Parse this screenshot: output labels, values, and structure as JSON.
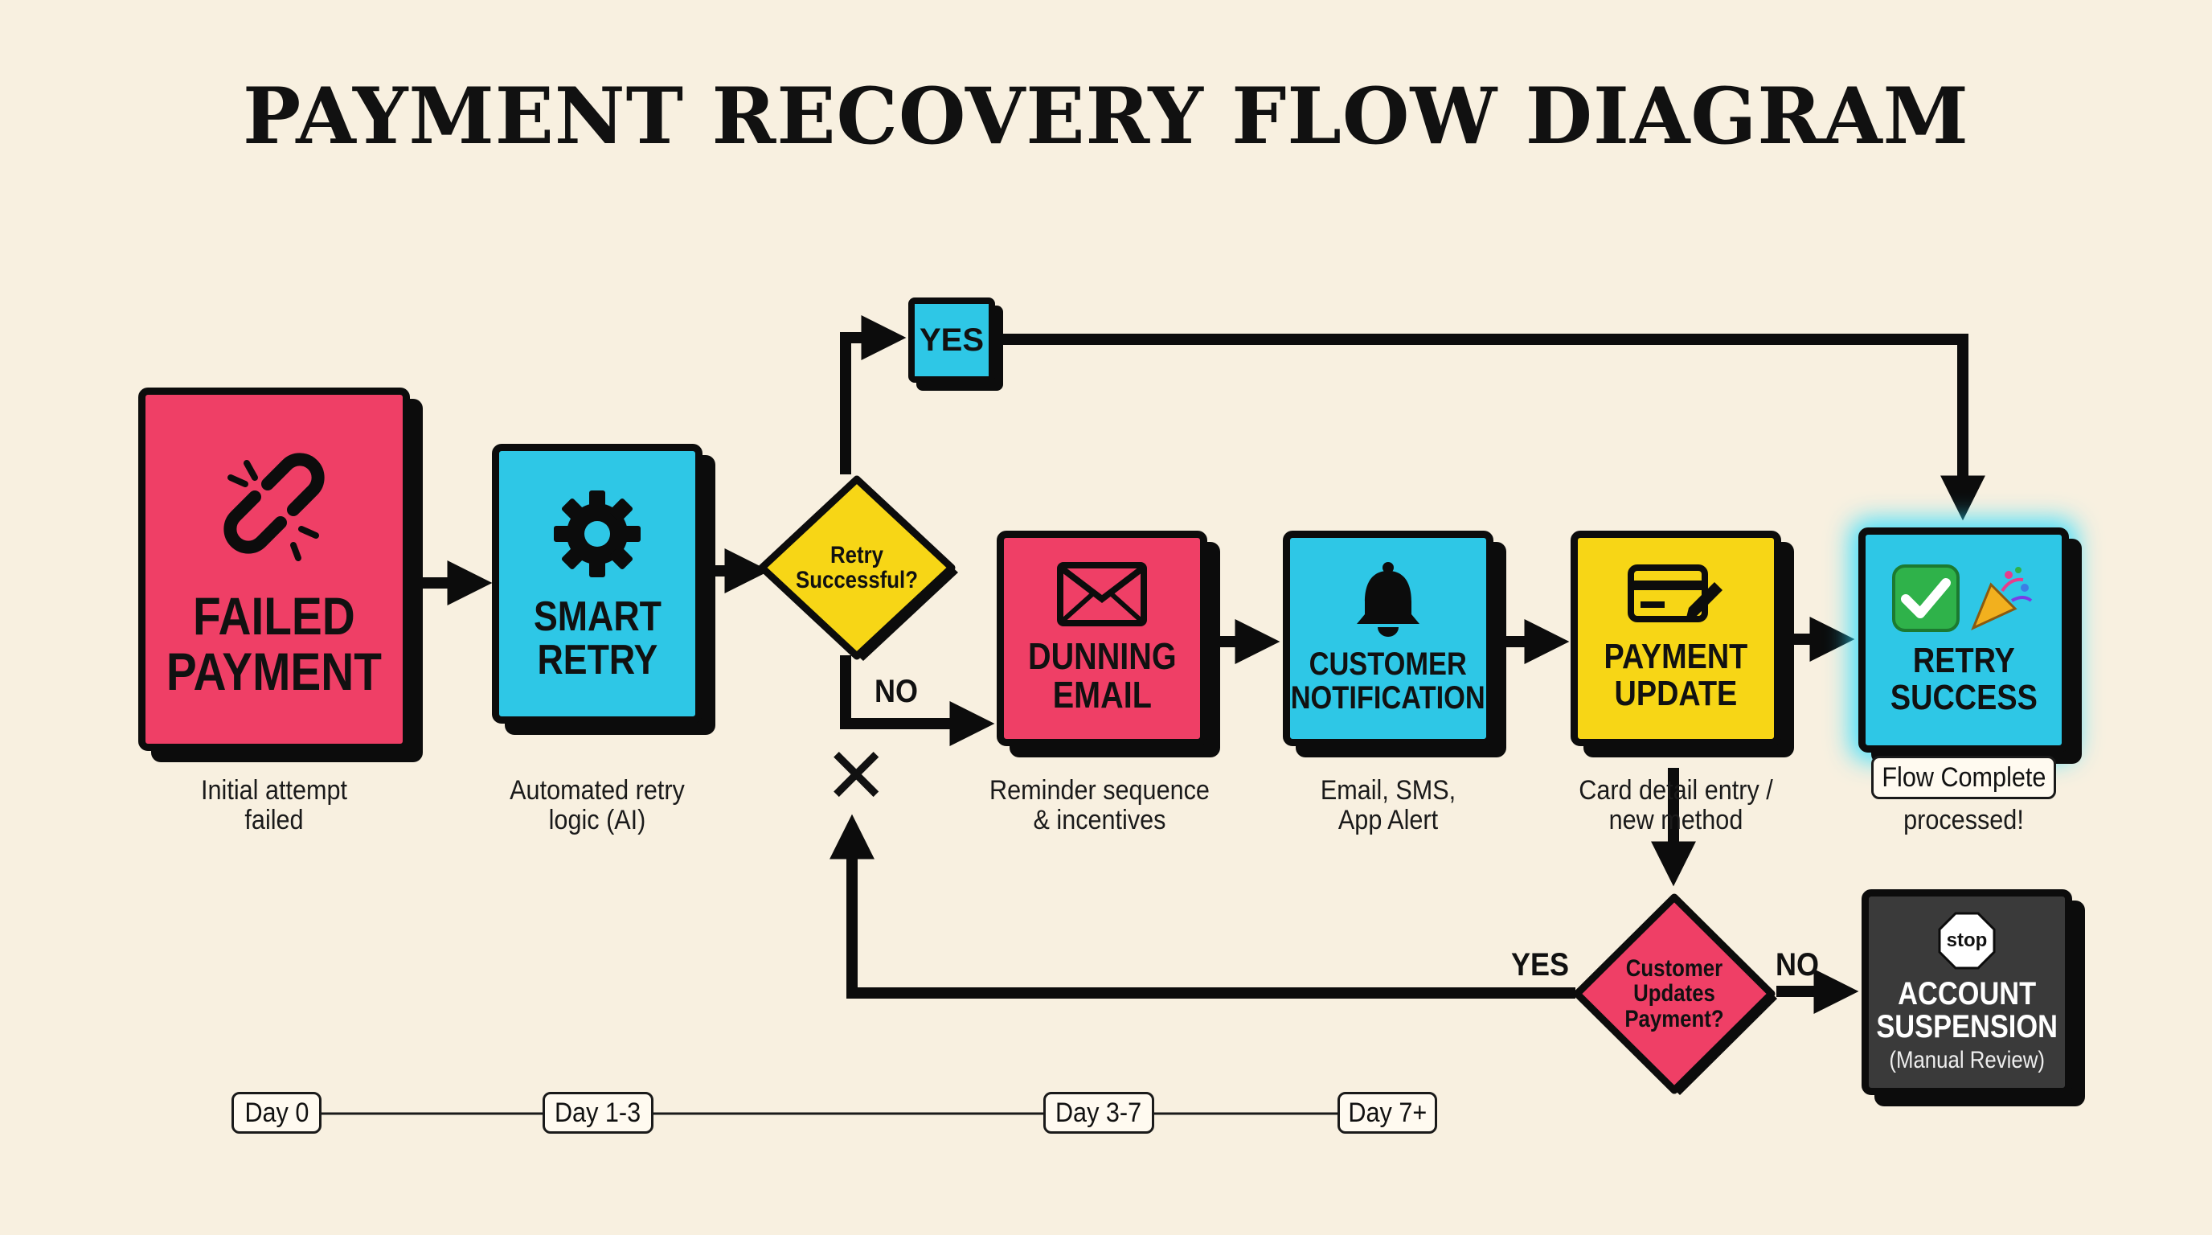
{
  "title": "PAYMENT RECOVERY FLOW DIAGRAM",
  "colors": {
    "background": "#f8f0e0",
    "pink": "#ef3f66",
    "cyan": "#2ec7e6",
    "yellow": "#f7d616",
    "dark": "#3a3a3a",
    "line": "#0c0c0c"
  },
  "nodes": {
    "failed_payment": {
      "label": "FAILED\nPAYMENT",
      "caption": "Initial attempt\nfailed",
      "icon": "broken-link-icon"
    },
    "smart_retry": {
      "label": "SMART\nRETRY",
      "caption": "Automated retry\nlogic (AI)",
      "icon": "gear-icon"
    },
    "retry_decision": {
      "label": "Retry\nSuccessful?",
      "yes": "YES",
      "no": "NO"
    },
    "dunning_email": {
      "label": "DUNNING\nEMAIL",
      "caption": "Reminder sequence\n& incentives",
      "icon": "envelope-icon"
    },
    "customer_notification": {
      "label": "CUSTOMER\nNOTIFICATION",
      "caption": "Email, SMS,\nApp Alert",
      "icon": "bell-icon"
    },
    "payment_update": {
      "label": "PAYMENT\nUPDATE",
      "caption": "Card detail entry /\nnew method",
      "icon": "credit-card-edit-icon"
    },
    "retry_success": {
      "label": "RETRY\nSUCCESS",
      "badge": "Flow Complete",
      "caption": "processed!",
      "icons": [
        "check-mark-icon",
        "party-popper-icon"
      ]
    },
    "update_decision": {
      "label": "Customer\nUpdates\nPayment?",
      "yes": "YES",
      "no": "NO"
    },
    "account_suspension": {
      "label": "ACCOUNT\nSUSPENSION",
      "sublabel": "(Manual Review)",
      "icon": "stop-sign-icon",
      "icon_text": "stop"
    }
  },
  "timeline": [
    "Day 0",
    "Day 1-3",
    "Day 3-7",
    "Day 7+"
  ]
}
